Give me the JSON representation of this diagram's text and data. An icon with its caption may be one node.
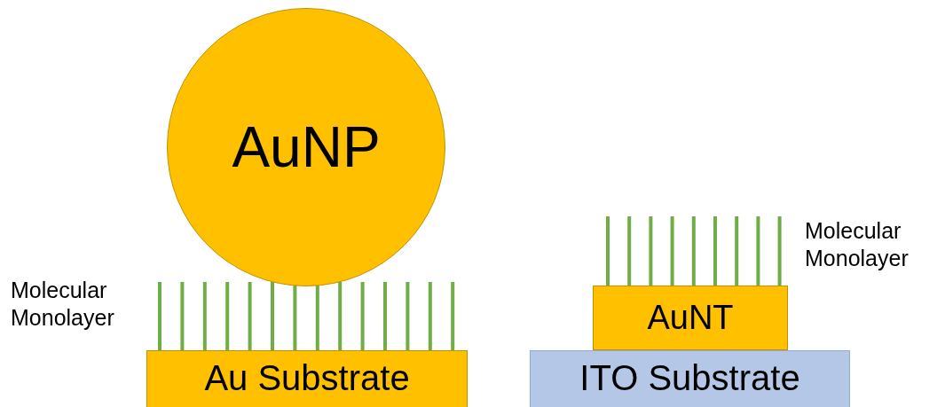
{
  "diagram": {
    "nodes": [
      {
        "text": [
          "AuNP"
        ]
      },
      {
        "text": [
          "Au Substrate"
        ]
      },
      {
        "text": [
          "AuNT"
        ]
      },
      {
        "text": [
          "ITO Substrate"
        ]
      }
    ],
    "labels": [
      "Molecular Monolayer",
      "Molecular Monolayer"
    ]
  }
}
